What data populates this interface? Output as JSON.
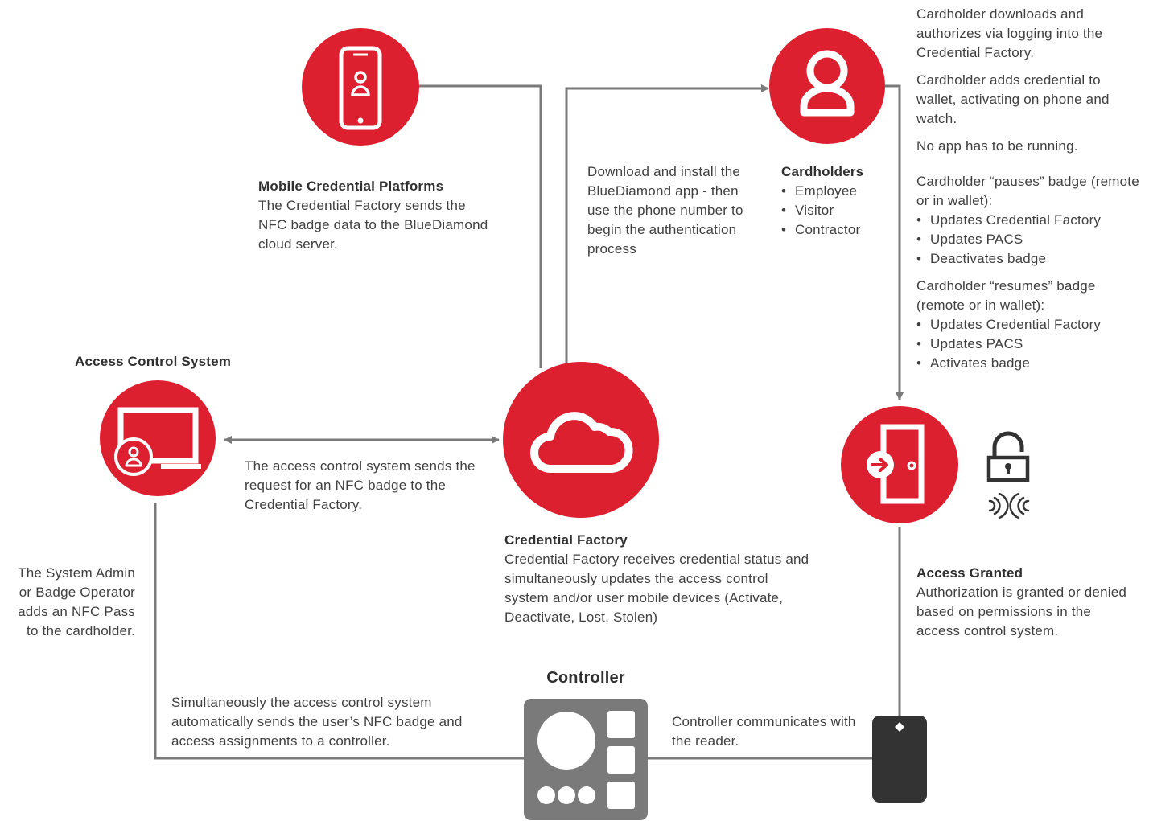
{
  "colors": {
    "red": "#dd2030",
    "line": "#7a7a7a",
    "controller": "#7a7a7a",
    "reader": "#333333",
    "lock": "#333333",
    "text": "#404040"
  },
  "icons": {
    "mobile": "smartphone-user-icon",
    "cardholder": "user-icon",
    "acs": "monitor-user-icon",
    "cloud": "cloud-icon",
    "door": "door-enter-icon",
    "lock": "padlock-icon",
    "wireless": "nfc-waves-icon",
    "controller": "controller-device",
    "reader": "card-reader-device"
  },
  "mobile_platforms": {
    "title": "Mobile Credential Platforms",
    "text": "The Credential Factory sends the NFC badge data to the BlueDiamond cloud server."
  },
  "download": {
    "text": "Download and install the BlueDiamond app - then use the phone number to begin the authentication process"
  },
  "cardholders": {
    "title": "Cardholders",
    "items": [
      "Employee",
      "Visitor",
      "Contractor"
    ]
  },
  "cardholder_notes": {
    "p1": "Cardholder downloads and authorizes via logging into the Credential Factory.",
    "p2": "Cardholder adds credential to wallet, activating on phone and watch.",
    "p3": "No app has to be running.",
    "pause_intro": "Cardholder “pauses” badge (remote or in wallet):",
    "pause_items": [
      "Updates Credential Factory",
      "Updates PACS",
      "Deactivates badge"
    ],
    "resume_intro": "Cardholder “resumes” badge (remote or in wallet):",
    "resume_items": [
      "Updates Credential Factory",
      "Updates PACS",
      "Activates badge"
    ]
  },
  "acs": {
    "title": "Access Control System"
  },
  "acs_request": {
    "text": "The access control system sends the request for an NFC badge to the Credential Factory."
  },
  "credential_factory": {
    "title": "Credential Factory",
    "text": "Credential Factory receives credential status and simultaneously updates the access control system and/or user mobile devices (Activate, Deactivate, Lost, Stolen)"
  },
  "admin": {
    "text": "The System Admin or Badge Operator adds an NFC Pass to the cardholder."
  },
  "access_granted": {
    "title": "Access Granted",
    "text": "Authorization is granted or denied based on permissions in the access control system."
  },
  "controller": {
    "title": "Controller"
  },
  "simultaneous": {
    "text": "Simultaneously the access control system automatically sends the user’s NFC badge and access assignments to a controller."
  },
  "controller_reader": {
    "text": "Controller communicates with the reader."
  }
}
